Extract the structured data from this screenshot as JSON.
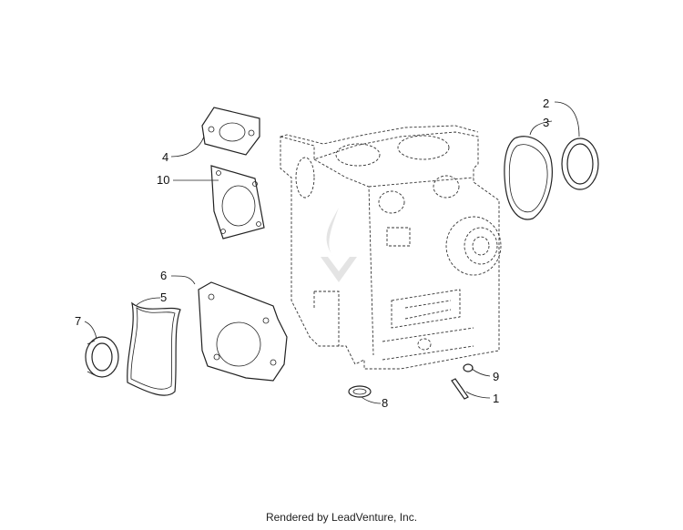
{
  "callouts": [
    {
      "id": "1",
      "label": "1"
    },
    {
      "id": "2",
      "label": "2"
    },
    {
      "id": "3",
      "label": "3"
    },
    {
      "id": "4",
      "label": "4"
    },
    {
      "id": "5",
      "label": "5"
    },
    {
      "id": "6",
      "label": "6"
    },
    {
      "id": "7",
      "label": "7"
    },
    {
      "id": "8",
      "label": "8"
    },
    {
      "id": "9",
      "label": "9"
    },
    {
      "id": "10",
      "label": "10"
    }
  ],
  "footer": {
    "text": "Rendered by LeadVenture, Inc."
  },
  "colors": {
    "line": "#222222",
    "background": "#ffffff",
    "watermark": "#e4e4e4"
  }
}
